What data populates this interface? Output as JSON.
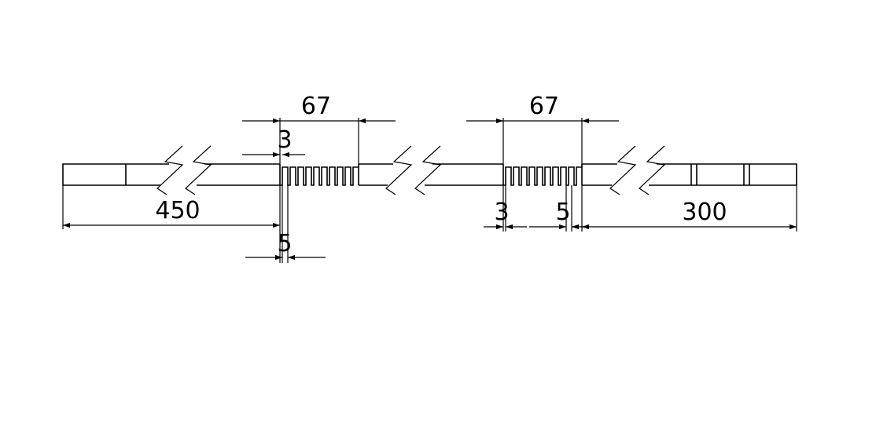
{
  "dimensions": {
    "left_slot_span": "67",
    "left_tooth_width": "3",
    "left_offset": "450",
    "left_gap": "5",
    "right_slot_span": "67",
    "right_tooth_width": "3",
    "right_gap": "5",
    "right_offset": "300"
  },
  "colors": {
    "line": "#000000",
    "background": "#ffffff"
  }
}
